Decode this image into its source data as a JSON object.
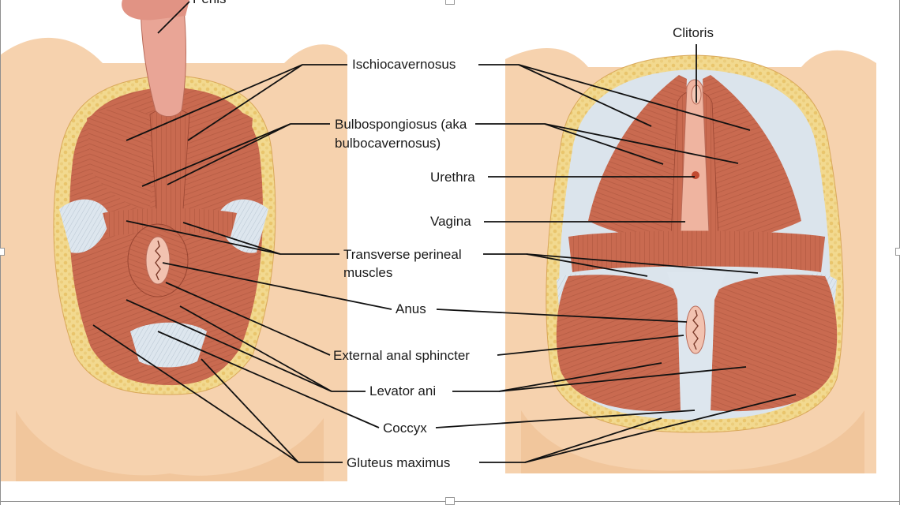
{
  "figure": {
    "labels": {
      "penis": "Penis",
      "clitoris": "Clitoris",
      "ischiocavernosus": "Ischiocavernosus",
      "bulbospongiosus_line1": "Bulbospongiosus (aka",
      "bulbospongiosus_line2": "bulbocavernosus)",
      "urethra": "Urethra",
      "vagina": "Vagina",
      "transverse_line1": "Transverse perineal",
      "transverse_line2": "muscles",
      "anus": "Anus",
      "external_anal_sphincter": "External anal sphincter",
      "levator_ani": "Levator ani",
      "coccyx": "Coccyx",
      "gluteus_maximus": "Gluteus maximus"
    },
    "colors": {
      "skin": "#f6d2ae",
      "skin_shadow": "#edbc8e",
      "fat": "#f2d98f",
      "muscle": "#c96a50",
      "muscle_dark": "#a9503a",
      "ligament": "#dde6ee",
      "mucosa": "#efb4a0",
      "leader": "#111111"
    }
  }
}
